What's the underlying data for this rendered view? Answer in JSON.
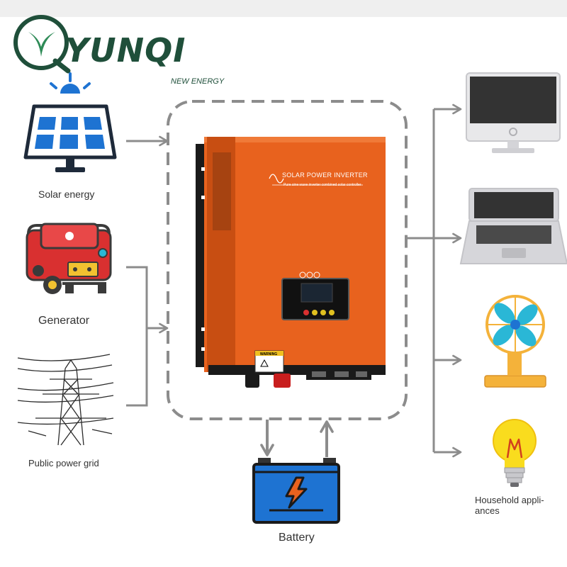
{
  "brand": {
    "name": "YUNQI",
    "tagline": "NEW ENERGY"
  },
  "inputs": [
    {
      "label": "Solar energy",
      "icon": "solar-panel-icon"
    },
    {
      "label": "Generator",
      "icon": "generator-icon"
    },
    {
      "label": "Public power grid",
      "icon": "power-grid-icon"
    }
  ],
  "device": {
    "title": "SOLAR POWER INVERTER",
    "subtitle": "Pure sine wave inverter combined solar controller",
    "warning": "WARNING",
    "color": "#e8621e"
  },
  "storage": {
    "label": "Battery",
    "icon": "battery-icon",
    "color": "#1e73d2"
  },
  "outputs": {
    "label": "Household appli-\nances",
    "devices": [
      {
        "icon": "monitor-icon"
      },
      {
        "icon": "laptop-icon"
      },
      {
        "icon": "fan-icon"
      },
      {
        "icon": "light-bulb-icon"
      }
    ]
  },
  "colors": {
    "brand": "#1f4f3a",
    "arrow": "#8c8c8c",
    "dashed_border": "#8c8c8c",
    "inverter": "#e8621e",
    "battery": "#1e73d2",
    "solar_panel": "#1e73d2",
    "generator": "#d93030"
  }
}
